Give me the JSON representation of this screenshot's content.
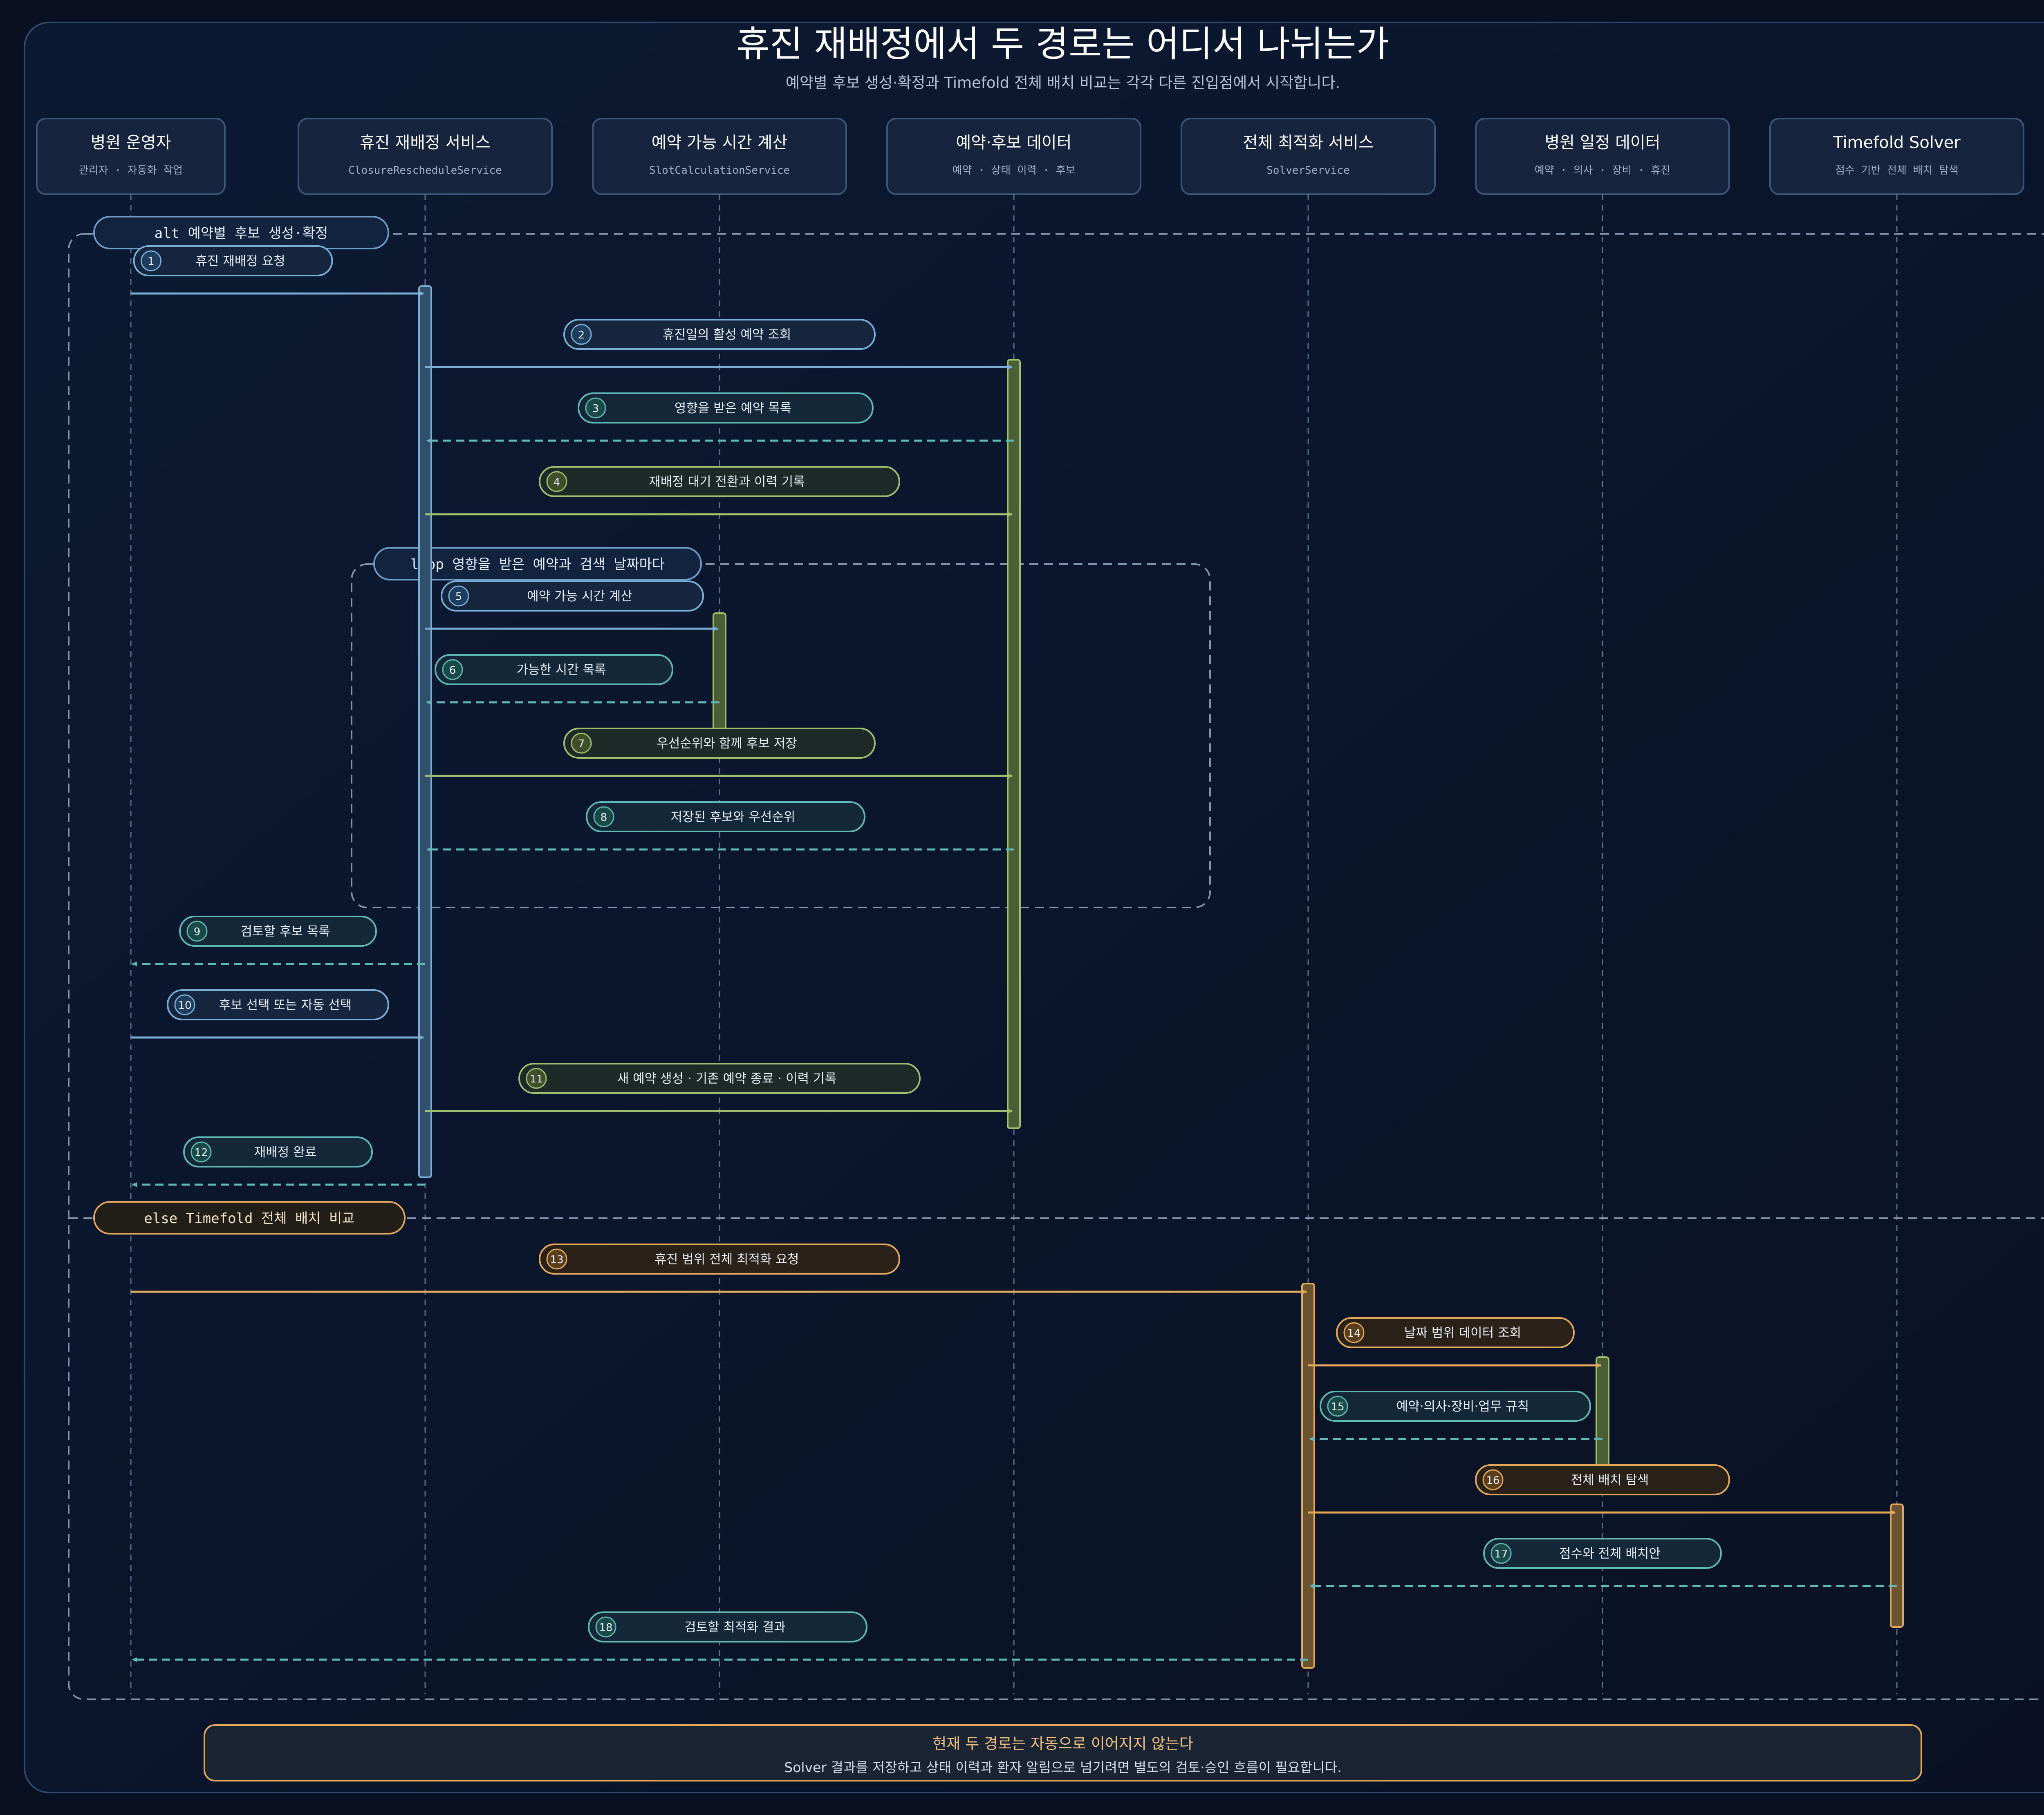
{
  "title": "휴진 재배정에서 두 경로는 어디서 나뉘는가",
  "subtitle": "예약별 후보 생성·확정과 Timefold 전체 배치 비교는 각각 다른 진입점에서 시작합니다.",
  "colors": {
    "background": "#081022",
    "frame": "#31476a",
    "lifeline": "#5c6f8c",
    "blue": "#79aed6",
    "teal": "#5fb8b3",
    "green": "#9dbf6e",
    "orange": "#e4a85a"
  },
  "participants": [
    {
      "name": "병원 운영자",
      "sub": "관리자 · 자동화 작업"
    },
    {
      "name": "휴진 재배정 서비스",
      "sub": "ClosureRescheduleService"
    },
    {
      "name": "예약 가능 시간 계산",
      "sub": "SlotCalculationService"
    },
    {
      "name": "예약·후보 데이터",
      "sub": "예약 · 상태 이력 · 후보"
    },
    {
      "name": "전체 최적화 서비스",
      "sub": "SolverService"
    },
    {
      "name": "병원 일정 데이터",
      "sub": "예약 · 의사 · 장비 · 휴진"
    },
    {
      "name": "Timefold Solver",
      "sub": "점수 기반 전체 배치 탐색"
    }
  ],
  "fragments": {
    "alt_label": "alt 예약별 후보 생성·확정",
    "loop_label": "loop 영향을 받은 예약과 검색 날짜마다",
    "else_label": "else Timefold 전체 배치 비교"
  },
  "messages": [
    {
      "n": "1",
      "label": "휴진 재배정 요청"
    },
    {
      "n": "2",
      "label": "휴진일의 활성 예약 조회"
    },
    {
      "n": "3",
      "label": "영향을 받은 예약 목록"
    },
    {
      "n": "4",
      "label": "재배정 대기 전환과 이력 기록"
    },
    {
      "n": "5",
      "label": "예약 가능 시간 계산"
    },
    {
      "n": "6",
      "label": "가능한 시간 목록"
    },
    {
      "n": "7",
      "label": "우선순위와 함께 후보 저장"
    },
    {
      "n": "8",
      "label": "저장된 후보와 우선순위"
    },
    {
      "n": "9",
      "label": "검토할 후보 목록"
    },
    {
      "n": "10",
      "label": "후보 선택 또는 자동 선택"
    },
    {
      "n": "11",
      "label": "새 예약 생성 · 기존 예약 종료 · 이력 기록"
    },
    {
      "n": "12",
      "label": "재배정 완료"
    },
    {
      "n": "13",
      "label": "휴진 범위 전체 최적화 요청"
    },
    {
      "n": "14",
      "label": "날짜 범위 데이터 조회"
    },
    {
      "n": "15",
      "label": "예약·의사·장비·업무 규칙"
    },
    {
      "n": "16",
      "label": "전체 배치 탐색"
    },
    {
      "n": "17",
      "label": "점수와 전체 배치안"
    },
    {
      "n": "18",
      "label": "검토할 최적화 결과"
    }
  ],
  "note": {
    "title": "현재 두 경로는 자동으로 이어지지 않는다",
    "body": "Solver 결과를 저장하고 상태 이력과 환자 알림으로 넘기려면 별도의 검토·승인 흐름이 필요합니다."
  }
}
